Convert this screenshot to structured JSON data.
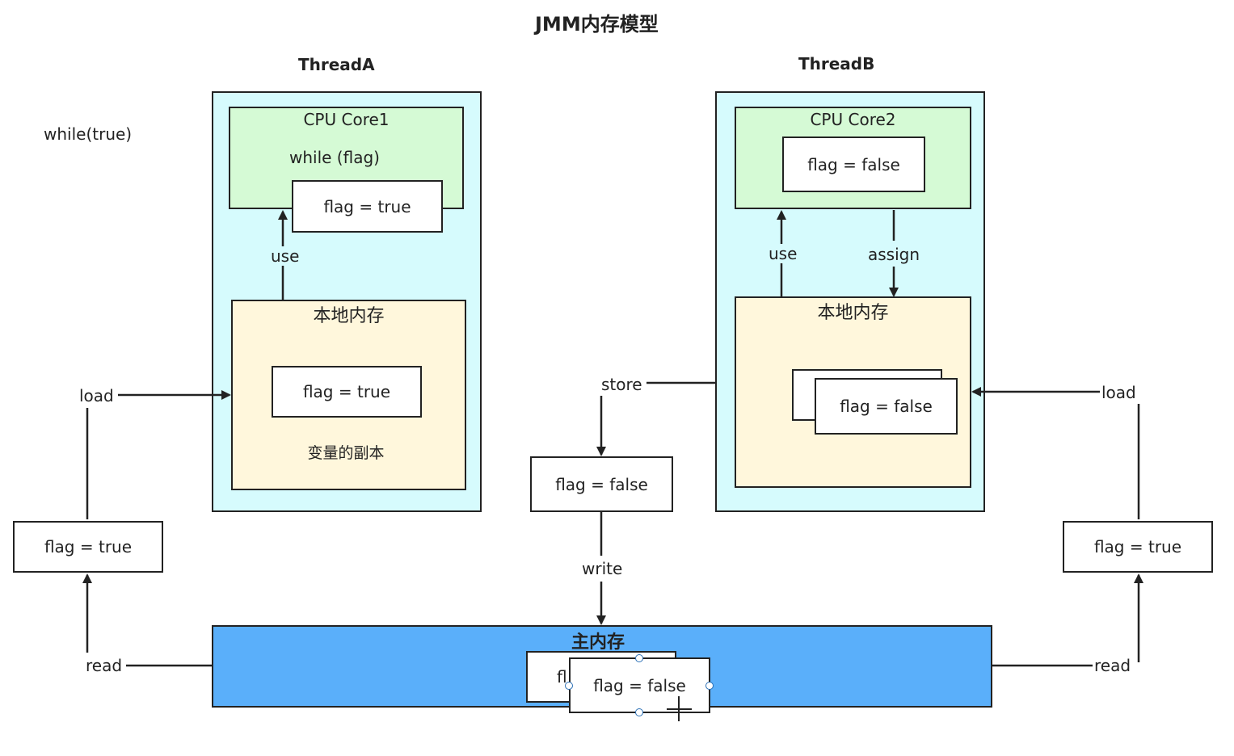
{
  "title": "JMM内存模型",
  "threadA": {
    "label": "ThreadA",
    "cpu_label": "CPU Core1",
    "code": "while (flag)",
    "cpu_flag": "flag = true",
    "use_label": "use",
    "local_label": "本地内存",
    "local_flag": "flag = true",
    "copy_label": "变量的副本"
  },
  "threadB": {
    "label": "ThreadB",
    "cpu_label": "CPU Core2",
    "cpu_flag": "flag = false",
    "use_label": "use",
    "assign_label": "assign",
    "local_label": "本地内存",
    "local_flag": "flag = false"
  },
  "side_note": "while(true)",
  "left": {
    "load_label": "load",
    "read_label": "read",
    "flag": "flag = true"
  },
  "right": {
    "load_label": "load",
    "read_label": "read",
    "flag": "flag = true"
  },
  "middle": {
    "store_label": "store",
    "write_label": "write",
    "flag": "flag = false"
  },
  "main_memory": {
    "label": "主内存",
    "back_flag_fragment": "fl",
    "flag": "flag = false"
  },
  "colors": {
    "thread_bg": "#d6fbfd",
    "cpu_bg": "#d5fad5",
    "local_bg": "#fff7dc",
    "main_bg": "#5aaffa",
    "stroke": "#222222"
  }
}
